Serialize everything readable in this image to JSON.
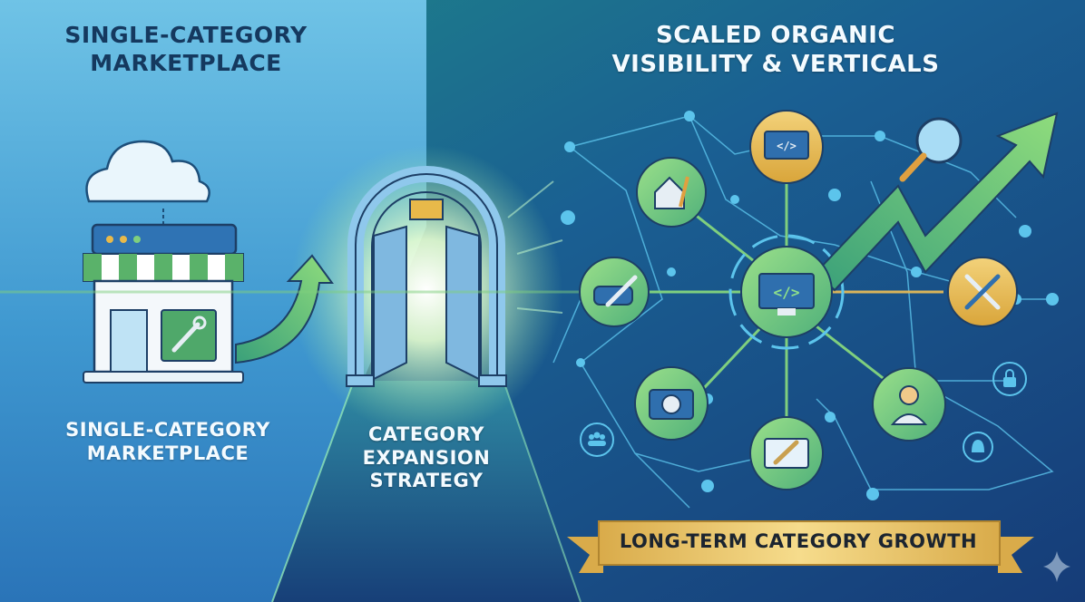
{
  "left_panel": {
    "title_lines": [
      "SINGLE-CATEGORY",
      "MARKETPLACE"
    ],
    "caption_lines": [
      "SINGLE-CATEGORY",
      "MARKETPLACE"
    ],
    "illustration": "storefront-with-cloud-and-wrench"
  },
  "middle_panel": {
    "caption_lines": [
      "CATEGORY",
      "EXPANSION",
      "STRATEGY"
    ],
    "illustration": "glowing-open-doorway"
  },
  "right_panel": {
    "title_lines": [
      "SCALED ORGANIC",
      "VISIBILITY & VERTICALS"
    ],
    "hub_icon": "monitor-code-icon",
    "vertical_icons": [
      "monitor-code-icon",
      "home-cleaning-icon",
      "car-repair-icon",
      "tools-icon",
      "camera-icon",
      "monitor-wrench-icon",
      "customer-support-icon"
    ],
    "small_icons": [
      "team-icon",
      "lock-icon",
      "bell-icon"
    ],
    "extras": [
      "magnifying-glass-icon",
      "growth-arrow-icon"
    ],
    "banner_text": "LONG-TERM CATEGORY GROWTH"
  },
  "colors": {
    "left_bg_top": "#6fc3e6",
    "left_bg_bottom": "#2d7fc0",
    "right_bg_top": "#1b7b86",
    "right_bg_bottom": "#17427e",
    "green": "#7fcf7e",
    "gold": "#e8b94a",
    "node_blue": "#5cc4ec",
    "dark_text": "#15395f"
  }
}
